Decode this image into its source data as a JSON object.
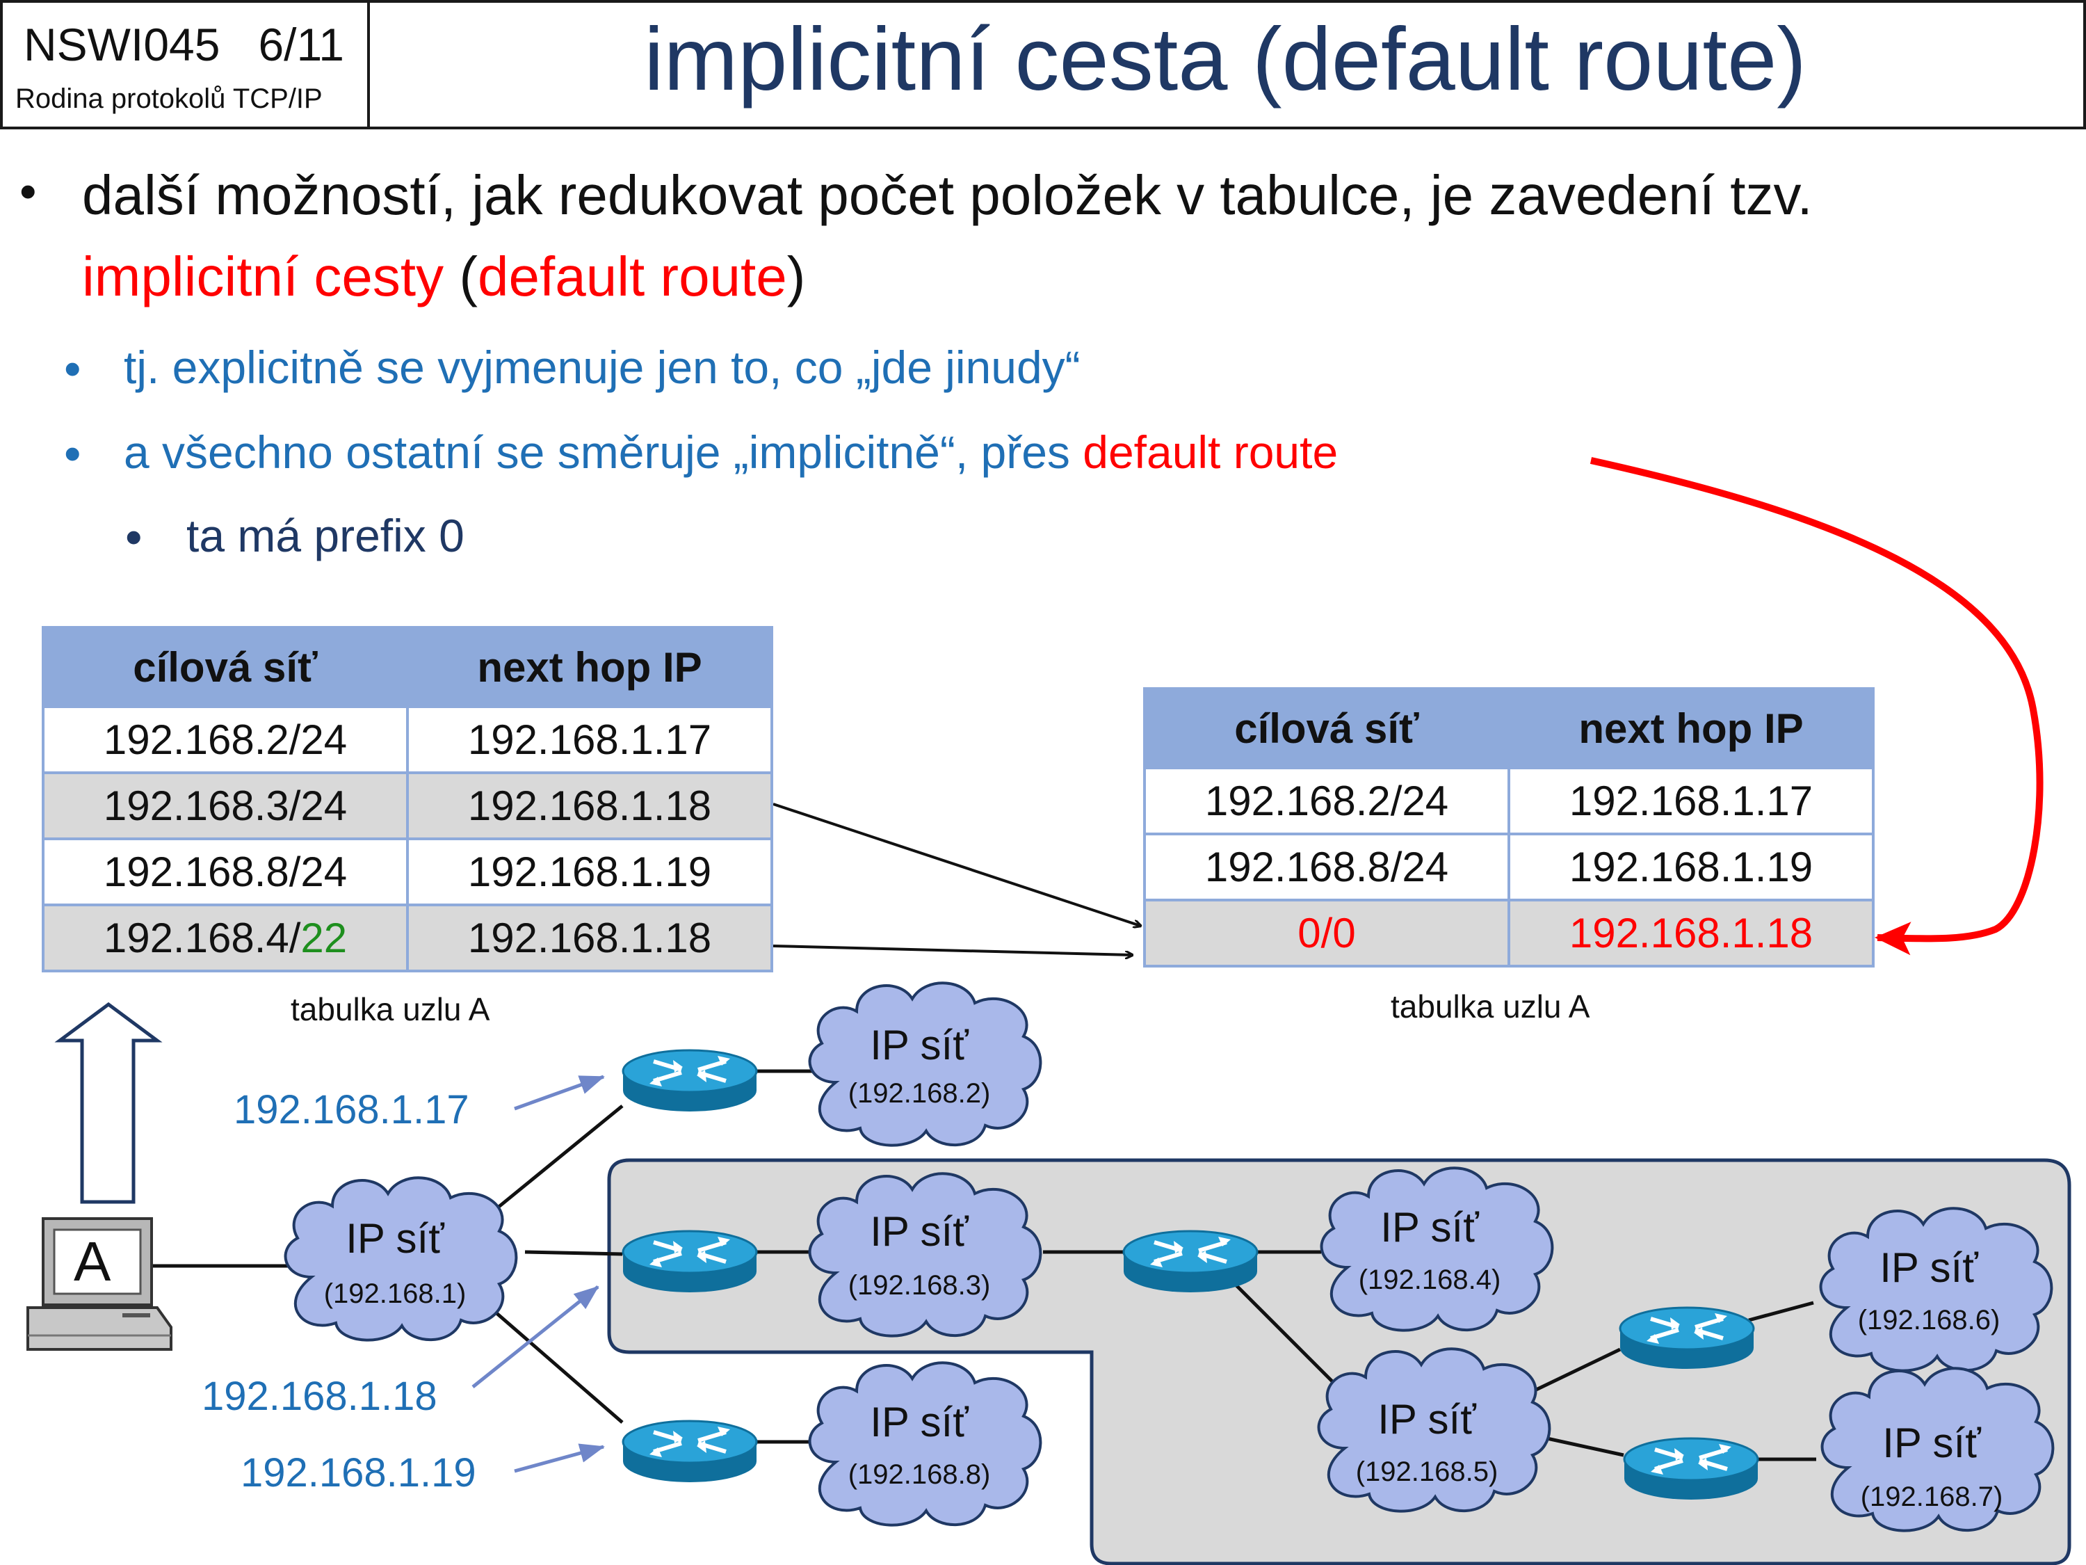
{
  "header": {
    "course_code": "NSWI045   6/11",
    "course_name": "Rodina protokolů TCP/IP",
    "title": "implicitní cesta (default route)"
  },
  "bullets": {
    "b1_text": "další možností, jak redukovat počet položek v tabulce, je zavedení tzv.",
    "b1_red1": "implicitní cesty",
    "b1_open": " (",
    "b1_red2": "default route",
    "b1_close": ")",
    "b2": "tj. explicitně se vyjmenuje jen to, co „jde jinudy“",
    "b3_text": "a všechno ostatní se směruje „implicitně“, přes ",
    "b3_red": "default route",
    "b4": "ta má prefix 0"
  },
  "table_left": {
    "headers": [
      "cílová síť",
      "next hop IP"
    ],
    "rows": [
      {
        "net": "192.168.2/24",
        "hop": "192.168.1.17"
      },
      {
        "net": "192.168.3/24",
        "hop": "192.168.1.18"
      },
      {
        "net": "192.168.8/24",
        "hop": "192.168.1.19"
      },
      {
        "net_base": "192.168.4/",
        "net_prefix": "22",
        "hop": "192.168.1.18"
      }
    ],
    "caption": "tabulka uzlu A"
  },
  "table_right": {
    "headers": [
      "cílová síť",
      "next hop IP"
    ],
    "rows": [
      {
        "net": "192.168.2/24",
        "hop": "192.168.1.17"
      },
      {
        "net": "192.168.8/24",
        "hop": "192.168.1.19"
      },
      {
        "net": "0/0",
        "hop": "192.168.1.18"
      }
    ],
    "caption": "tabulka uzlu A"
  },
  "network": {
    "host_label": "A",
    "cloud_title": "IP síť",
    "clouds": [
      "(192.168.1)",
      "(192.168.2)",
      "(192.168.3)",
      "(192.168.8)",
      "(192.168.4)",
      "(192.168.5)",
      "(192.168.6)",
      "(192.168.7)"
    ],
    "gateway_labels": [
      "192.168.1.17",
      "192.168.1.18",
      "192.168.1.19"
    ]
  },
  "colors": {
    "title": "#1f3864",
    "accent_red": "#ff0000",
    "link_blue": "#1f6fb5",
    "table_header": "#8eaadb",
    "cloud_fill": "#a9b8ea",
    "router_fill": "#1793c9",
    "region_fill": "#d9d9d9"
  }
}
